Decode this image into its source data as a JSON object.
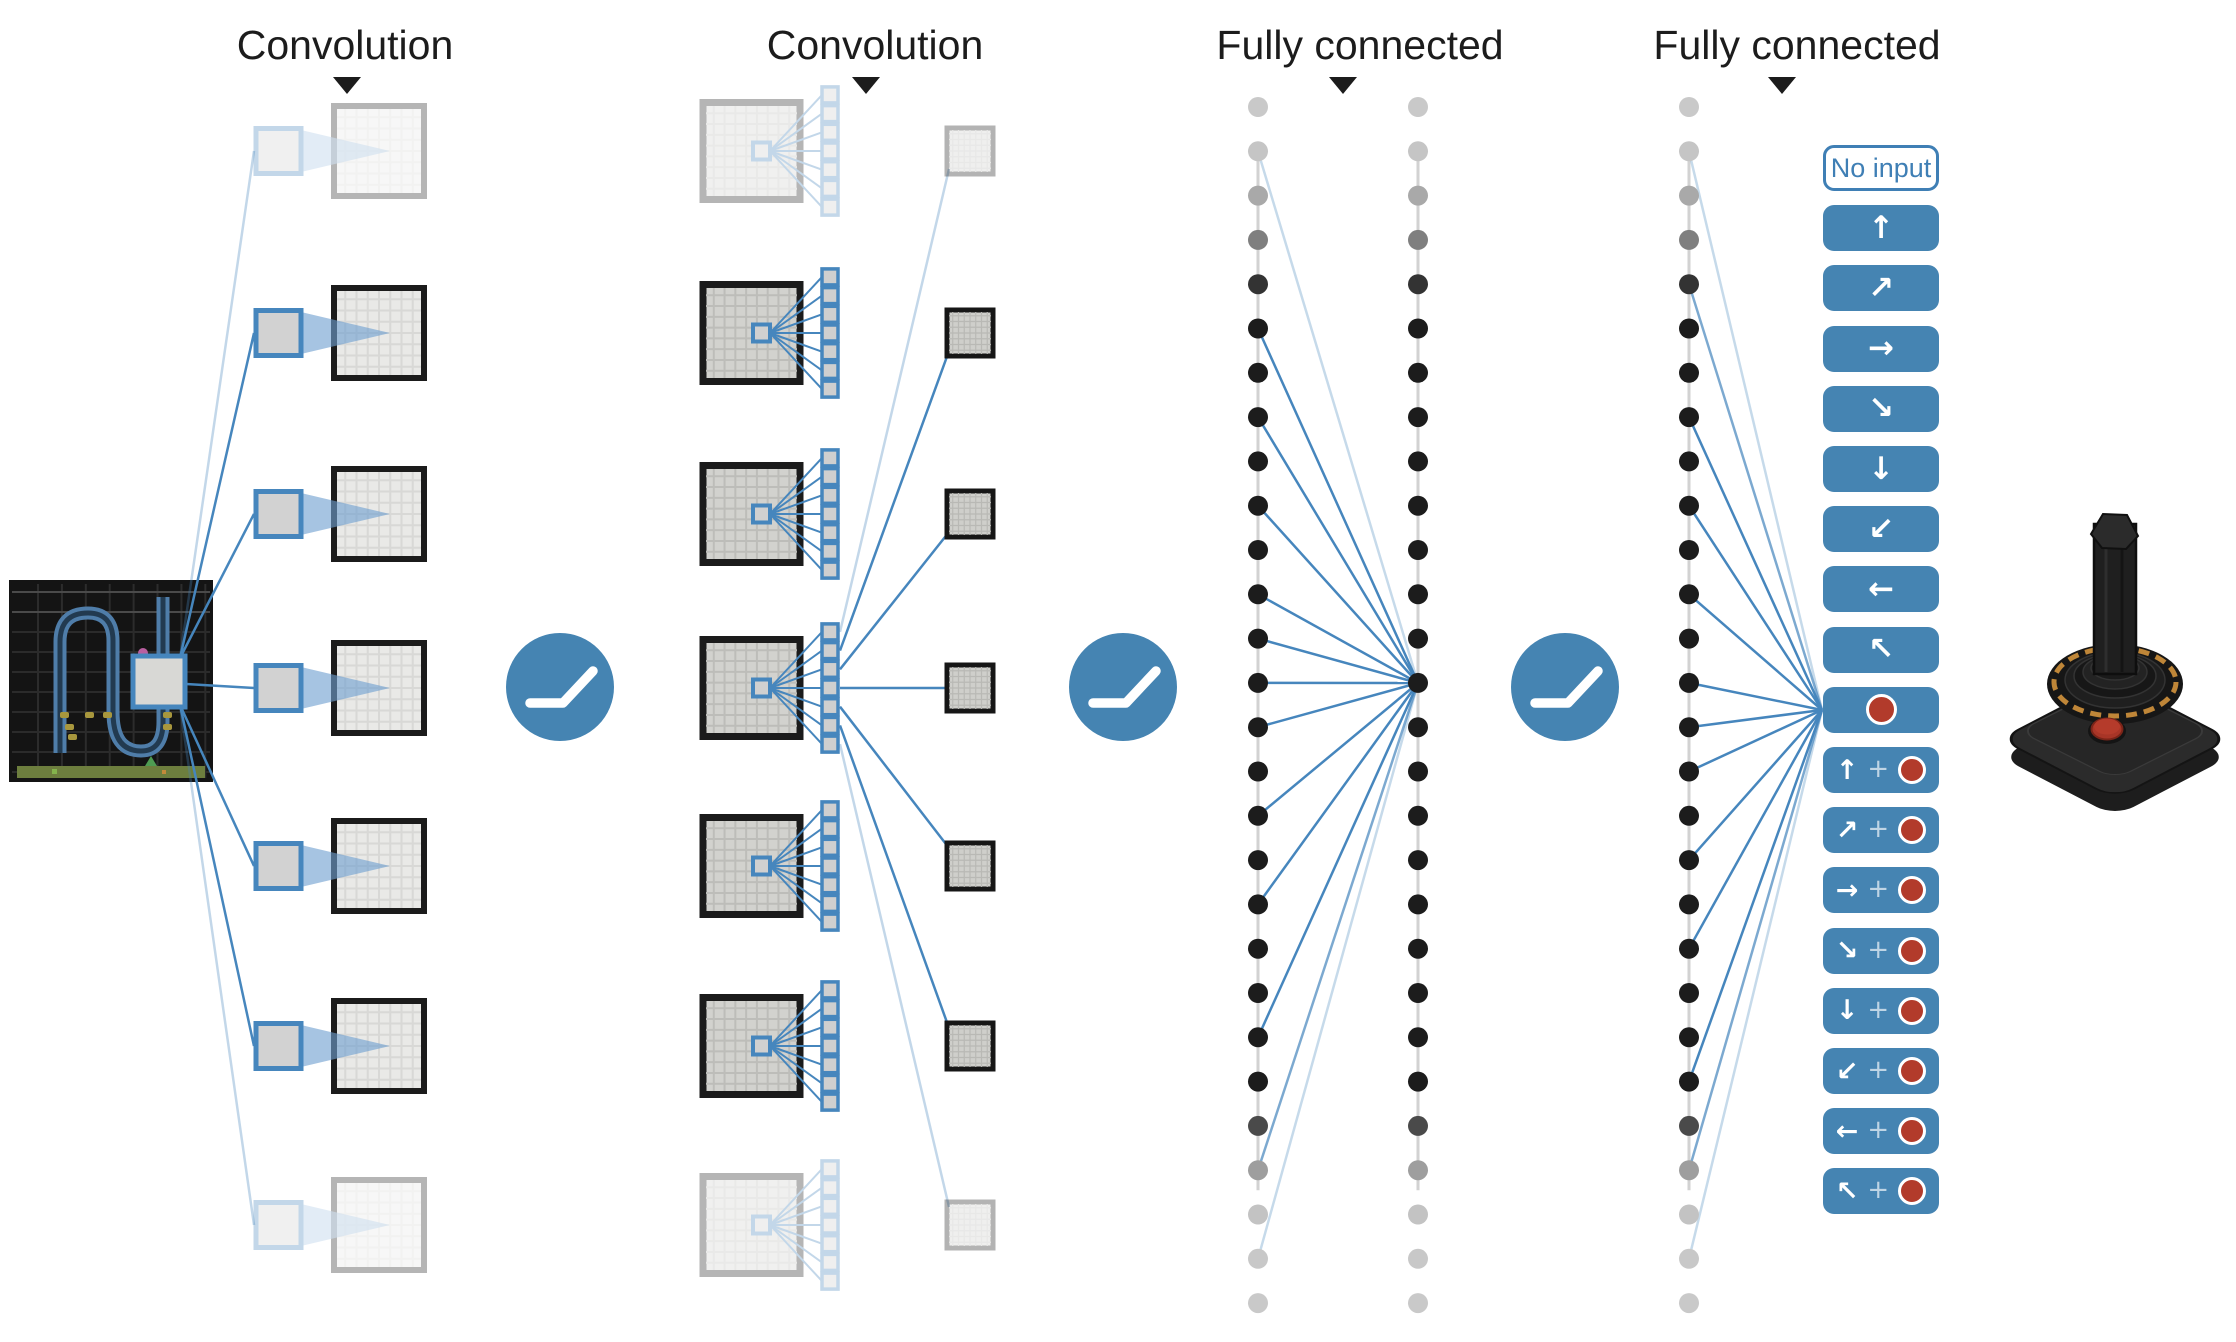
{
  "layers": [
    {
      "label": "Convolution"
    },
    {
      "label": "Convolution"
    },
    {
      "label": "Fully connected"
    },
    {
      "label": "Fully connected"
    }
  ],
  "actions": [
    {
      "id": "no-input",
      "kind": "none",
      "label": "No input"
    },
    {
      "id": "up",
      "kind": "move",
      "arrow": "↑"
    },
    {
      "id": "up-right",
      "kind": "move",
      "arrow": "↗"
    },
    {
      "id": "right",
      "kind": "move",
      "arrow": "→"
    },
    {
      "id": "down-right",
      "kind": "move",
      "arrow": "↘"
    },
    {
      "id": "down",
      "kind": "move",
      "arrow": "↓"
    },
    {
      "id": "down-left",
      "kind": "move",
      "arrow": "↙"
    },
    {
      "id": "left",
      "kind": "move",
      "arrow": "←"
    },
    {
      "id": "up-left",
      "kind": "move",
      "arrow": "↖"
    },
    {
      "id": "fire",
      "kind": "fire"
    },
    {
      "id": "up-fire",
      "kind": "move-fire",
      "arrow": "↑",
      "plus": "+"
    },
    {
      "id": "up-right-fire",
      "kind": "move-fire",
      "arrow": "↗",
      "plus": "+"
    },
    {
      "id": "right-fire",
      "kind": "move-fire",
      "arrow": "→",
      "plus": "+"
    },
    {
      "id": "down-right-fire",
      "kind": "move-fire",
      "arrow": "↘",
      "plus": "+"
    },
    {
      "id": "down-fire",
      "kind": "move-fire",
      "arrow": "↓",
      "plus": "+"
    },
    {
      "id": "down-left-fire",
      "kind": "move-fire",
      "arrow": "↙",
      "plus": "+"
    },
    {
      "id": "left-fire",
      "kind": "move-fire",
      "arrow": "←",
      "plus": "+"
    },
    {
      "id": "up-left-fire",
      "kind": "move-fire",
      "arrow": "↖",
      "plus": "+"
    }
  ],
  "icons": {
    "relu": "relu-activation-icon",
    "layer_marker": "down-triangle-icon",
    "fire": "fire-button-icon",
    "joystick": "atari-joystick-icon",
    "game_screen": "atari-game-screen"
  },
  "colors": {
    "accent_blue": "#4584b2",
    "line_blue": "#4686bd",
    "fire_red": "#b23b2b",
    "ink": "#1c1c1c"
  }
}
